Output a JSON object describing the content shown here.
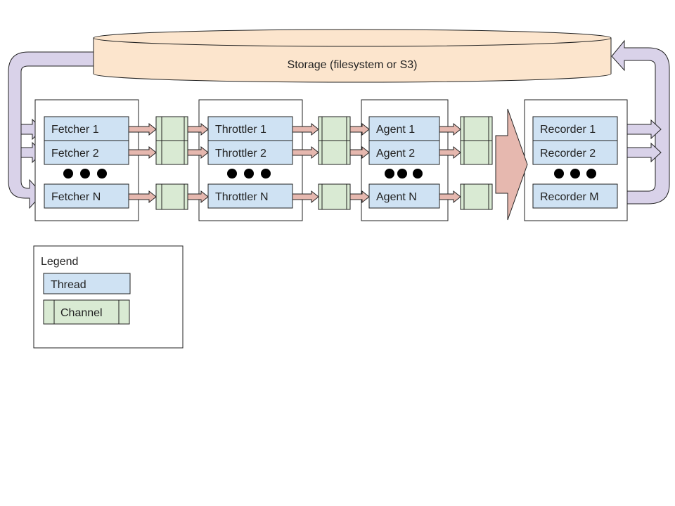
{
  "storage": {
    "label": "Storage (filesystem or S3)"
  },
  "stages": {
    "fetchers": [
      "Fetcher 1",
      "Fetcher 2",
      "Fetcher N"
    ],
    "throttlers": [
      "Throttler 1",
      "Throttler 2",
      "Throttler N"
    ],
    "agents": [
      "Agent 1",
      "Agent 2",
      "Agent N"
    ],
    "recorders": [
      "Recorder 1",
      "Recorder 2",
      "Recorder M"
    ]
  },
  "legend": {
    "title": "Legend",
    "thread_label": "Thread",
    "channel_label": "Channel"
  },
  "colors": {
    "thread_fill": "#cfe2f3",
    "channel_fill": "#d9ead3",
    "storage_fill": "#fce5cd",
    "arrow_pink": "#e6b8af",
    "arrow_purple": "#d9d2e9",
    "stroke": "#222222"
  }
}
